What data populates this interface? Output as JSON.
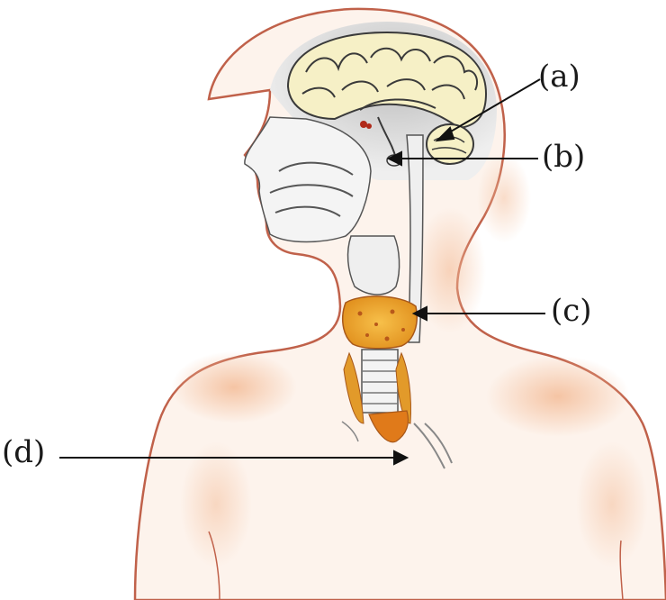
{
  "labels": {
    "a": "(a)",
    "b": "(b)",
    "c": "(c)",
    "d": "(d)"
  },
  "colors": {
    "skin_outline": "#c0614a",
    "skin_fill": "#fdf0e8",
    "skin_shade": "#f6c9ac",
    "head_shadow": "#d8d8d8",
    "brain": "#f6f0c6",
    "brain_outline": "#3a3a3a",
    "thyroid": "#e8a020",
    "thyroid_spots": "#b8581a",
    "thymus": "#e29a2a",
    "trachea": "#f2f2f2",
    "pointer": "#111111"
  }
}
